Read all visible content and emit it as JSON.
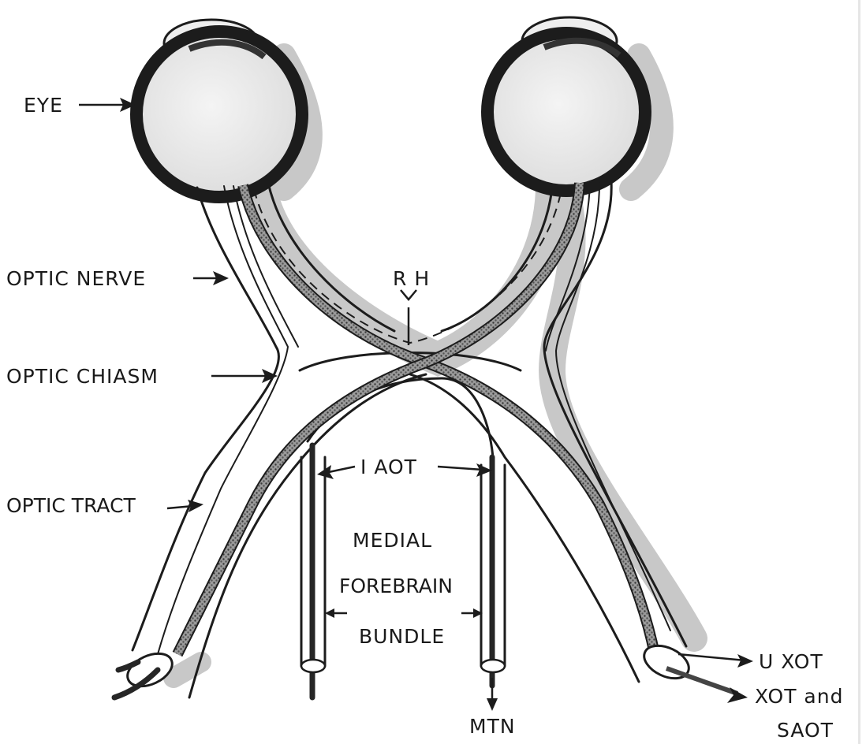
{
  "labels": {
    "eye": "EYE",
    "optic_nerve": "OPTIC NERVE",
    "optic_chiasm": "OPTIC CHIASM",
    "optic_tract": "OPTIC TRACT",
    "rh": "R H",
    "iaot": "I AOT",
    "medial": "MEDIAL",
    "forebrain": "FOREBRAIN",
    "bundle": "BUNDLE",
    "mtn": "MTN",
    "uxot": "U XOT",
    "xot_and": "XOT and",
    "saot": "SAOT"
  }
}
